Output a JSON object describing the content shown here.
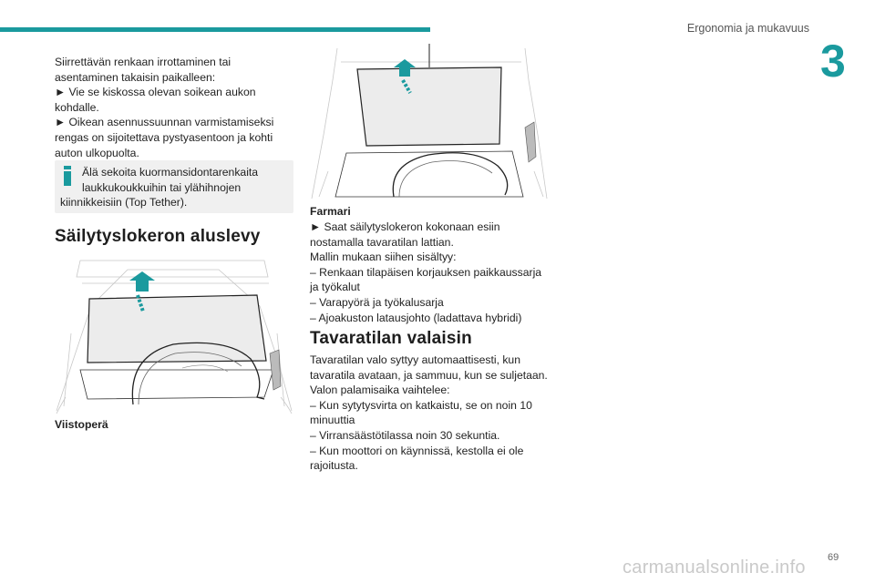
{
  "colors": {
    "accent": "#1a9a9e"
  },
  "header": {
    "title": "Ergonomia ja mukavuus",
    "chapter": "3"
  },
  "col1": {
    "lines": [
      "Siirrettävän renkaan irrottaminen tai",
      "asentaminen takaisin paikalleen:",
      "► Vie se kiskossa olevan soikean aukon",
      "kohdalle.",
      "► Oikean asennussuunnan varmistamiseksi",
      "rengas on sijoitettava pystyasentoon ja kohti",
      "auton ulkopuolta."
    ],
    "note_icon": "info-icon",
    "note_lines": [
      "Älä sekoita kuormansidontarenkaita",
      "laukkukoukkuihin tai ylähihnojen",
      "kiinnikkeisiin (Top Tether)."
    ],
    "heading": "Säilytyslokeron aluslevy",
    "caption": "Viistoperä"
  },
  "col2": {
    "caption": "Farmari",
    "lines": [
      "► Saat säilytyslokeron kokonaan esiin",
      "nostamalla tavaratilan lattian.",
      "Mallin mukaan siihen sisältyy:",
      "– Renkaan tilapäisen korjauksen paikkaussarja",
      "ja työkalut",
      "– Varapyörä ja työkalusarja",
      "– Ajoakuston latausjohto (ladattava hybridi)"
    ],
    "heading": "Tavaratilan valaisin",
    "light_lines": [
      "Tavaratilan valo syttyy automaattisesti, kun",
      "tavaratila avataan, ja sammuu, kun se suljetaan.",
      "Valon palamisaika vaihtelee:",
      "– Kun sytytysvirta on katkaistu, se on noin 10",
      "minuuttia",
      "– Virransäästötilassa noin 30 sekuntia.",
      "– Kun moottori on käynnissä, kestolla ei ole",
      "rajoitusta."
    ]
  },
  "footer": {
    "page_number": "69",
    "watermark": "carmanualsonline.info"
  }
}
